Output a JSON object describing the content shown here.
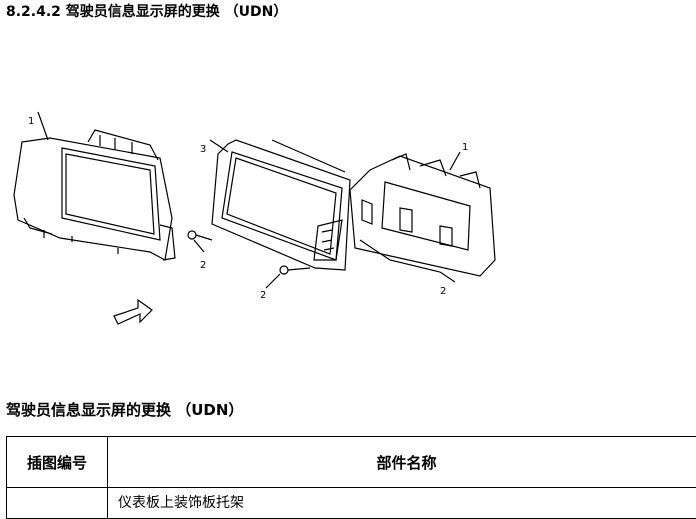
{
  "page": {
    "heading": "8.2.4.2 驾驶员信息显示屏的更换 （UDN）"
  },
  "illustration": {
    "callouts": [
      "1",
      "2",
      "3",
      "2",
      "1",
      "2"
    ]
  },
  "section": {
    "title": "驾驶员信息显示屏的更换 （UDN）"
  },
  "table": {
    "headers": [
      "插图编号",
      "部件名称"
    ],
    "rows": [
      {
        "number": "",
        "name": "仪表板上装饰板托架"
      }
    ]
  }
}
